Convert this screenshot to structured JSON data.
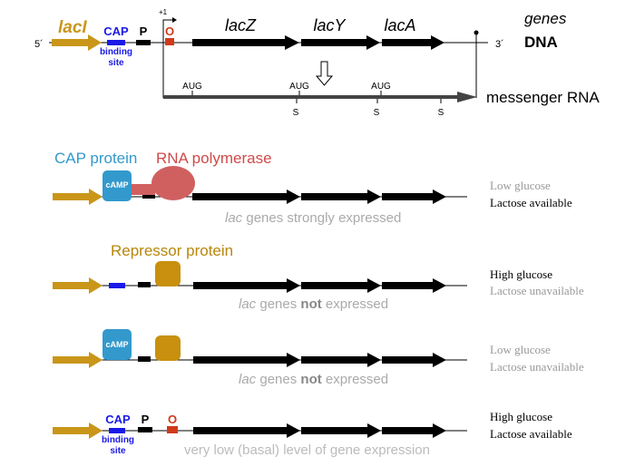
{
  "top": {
    "laci_label": "lacI",
    "cap_label": "CAP",
    "cap_sub_1": "binding",
    "cap_sub_2": "site",
    "promoter_label": "P",
    "operator_label": "O",
    "tss_label": "+1",
    "five_prime": "5´",
    "three_prime": "3´",
    "genes": [
      "lacZ",
      "lacY",
      "lacA"
    ],
    "genes_label": "genes",
    "dna_label": "DNA",
    "aug_labels": [
      "AUG",
      "AUG",
      "AUG"
    ],
    "stop_labels": [
      "S",
      "S",
      "S"
    ],
    "mrna_label": "messenger RNA"
  },
  "panel1": {
    "cap_protein_label": "CAP protein",
    "camp_label": "cAMP",
    "rnap_label": "RNA polymerase",
    "caption_italic": "lac",
    "caption_rest": " genes strongly expressed",
    "condition_1": "Low glucose",
    "condition_2": "Lactose available"
  },
  "panel2": {
    "repressor_label": "Repressor protein",
    "caption_italic": "lac",
    "caption_mid": " genes ",
    "caption_bold": "not",
    "caption_end": " expressed",
    "condition_1": "High glucose",
    "condition_2": "Lactose unavailable"
  },
  "panel3": {
    "camp_label": "cAMP",
    "caption_italic": "lac",
    "caption_mid": " genes ",
    "caption_bold": "not",
    "caption_end": " expressed",
    "condition_1": "Low glucose",
    "condition_2": "Lactose unavailable"
  },
  "panel4": {
    "cap_label": "CAP",
    "cap_sub_1": "binding",
    "cap_sub_2": "site",
    "promoter_label": "P",
    "operator_label": "O",
    "caption": "very low (basal) level of gene expression",
    "condition_1": "High glucose",
    "condition_2": "Lactose available"
  },
  "colors": {
    "laci_gold": "#C9961A",
    "cap_blue": "#1A1AE6",
    "operator_red": "#D03A1A",
    "cap_protein_blue": "#3399CC",
    "rnap_red": "#D06060",
    "repressor_gold": "#C8900E",
    "caption_gray": "#AAAAAA",
    "black": "#000000"
  }
}
